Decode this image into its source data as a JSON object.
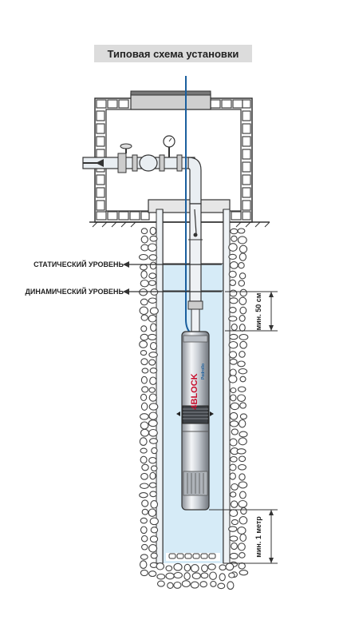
{
  "title": "Типовая схема установки",
  "labels": {
    "static_level": "СТАТИЧЕСКИЙ УРОВЕНЬ",
    "dynamic_level": "ДИНАМИЧЕСКИЙ УРОВЕНЬ",
    "min_50": "мин. 50 см",
    "min_1m": "мин. 1 метр"
  },
  "pump": {
    "brand": "4BLOCK",
    "sub": "Pedrollo"
  },
  "colors": {
    "water": "#d6ebf7",
    "wall": "#ffffff",
    "stroke": "#333333",
    "pipe_blue": "#1a5f9e",
    "brand_red": "#c8102e"
  }
}
